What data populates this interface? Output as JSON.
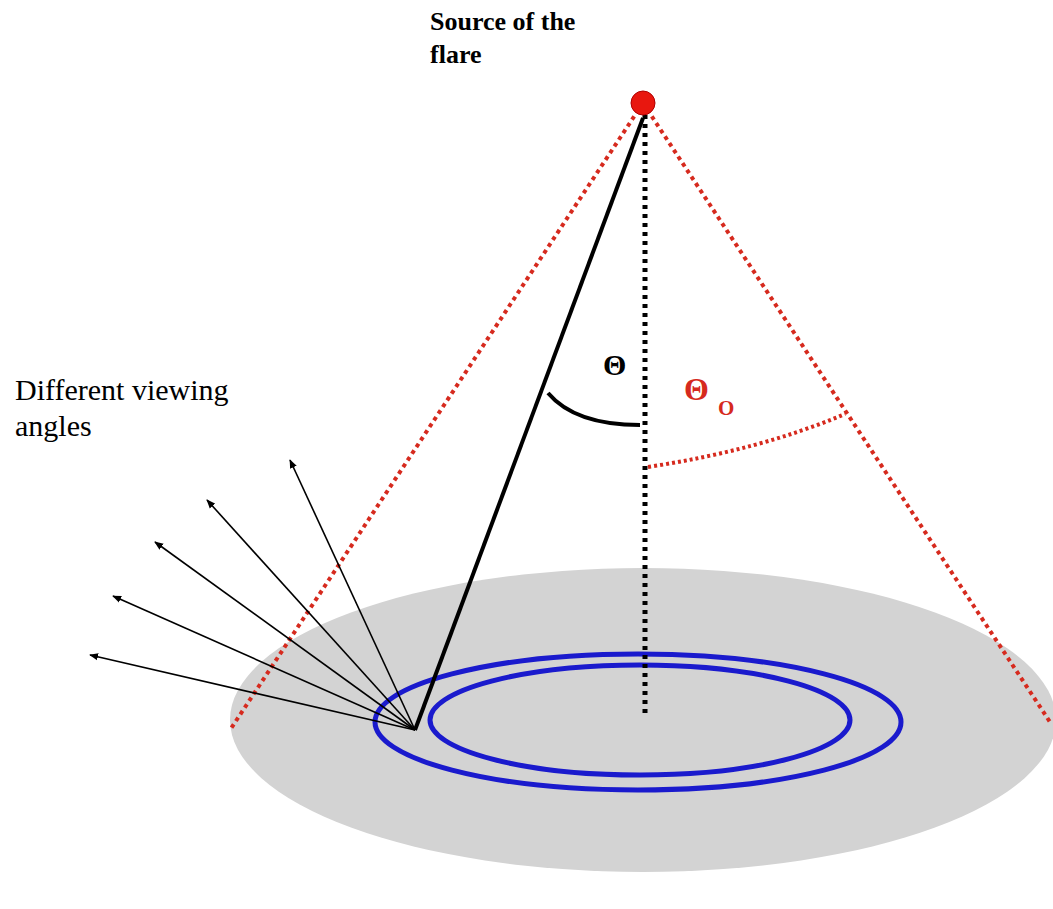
{
  "diagram": {
    "labels": [
      "Source of the flare",
      "Θ",
      "Θ",
      "O",
      "Different viewing angles"
    ]
  }
}
